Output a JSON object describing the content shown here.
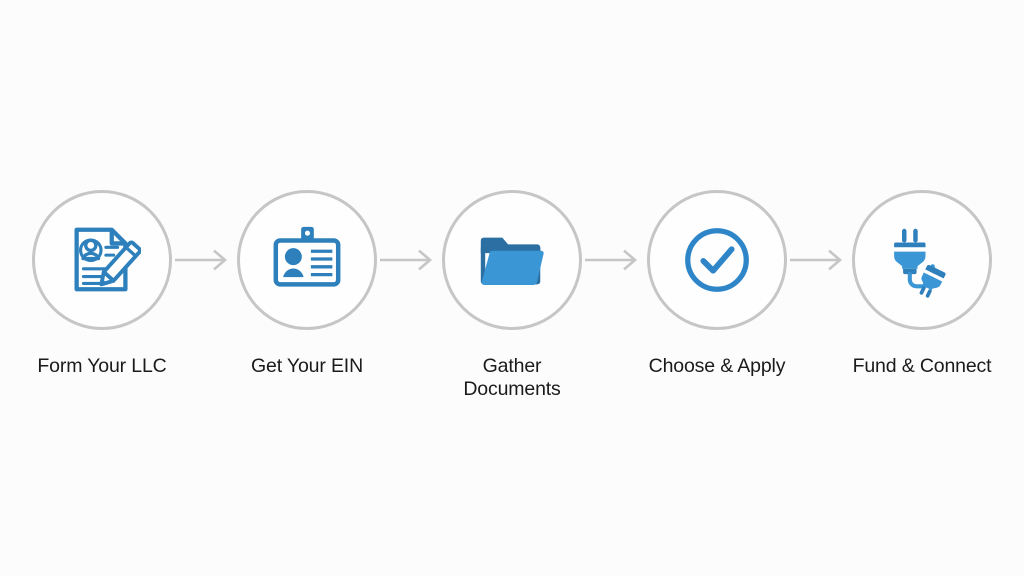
{
  "page": {
    "background_color": "#fcfcfd",
    "title": "LLC Business Setup Process Flow"
  },
  "theme": {
    "circle_stroke_color": "#c6c6c6",
    "icon_blue_primary": "#2e80bc",
    "icon_blue_light": "#3b96d6",
    "icon_blue_dark": "#2b6fa3",
    "arrow_color": "#c6c6c6",
    "label_color": "#1b1b1b"
  },
  "flow": {
    "arrow_label": "next-step-arrow",
    "steps": [
      {
        "id": "form-llc",
        "label": "Form Your LLC",
        "icon": "document-with-pencil-icon",
        "order": 1
      },
      {
        "id": "get-ein",
        "label": "Get Your EIN",
        "icon": "id-badge-icon",
        "order": 2
      },
      {
        "id": "gather-documents",
        "label": "Gather\nDocuments",
        "icon": "open-folder-icon",
        "order": 3
      },
      {
        "id": "choose-apply",
        "label": "Choose & Apply",
        "icon": "check-circle-icon",
        "order": 4
      },
      {
        "id": "fund-connect",
        "label": "Fund & Connect",
        "icon": "power-plug-connect-icon",
        "order": 5
      }
    ]
  }
}
